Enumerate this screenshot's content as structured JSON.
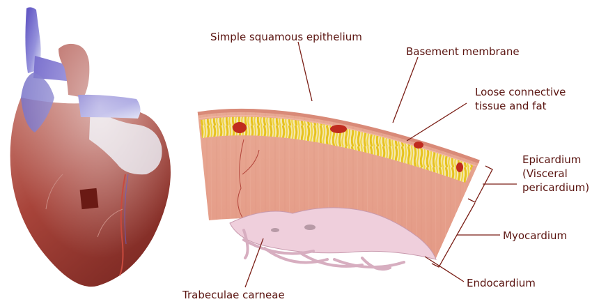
{
  "labels": {
    "simple_squamous": "Simple squamous epithelium",
    "basement_membrane": "Basement membrane",
    "loose_connective": [
      "Loose connective",
      "tissue and fat"
    ],
    "epicardium": [
      "Epicardium",
      "(Visceral",
      "pericardium)"
    ],
    "myocardium": "Myocardium",
    "endocardium": "Endocardium",
    "trabeculae": "Trabeculae carneae"
  },
  "colors": {
    "label_text": "#5a1410",
    "leader_line": "#7a1e16",
    "vein_blue": "#6a5fc8",
    "heart_red": "#9e3b33",
    "myocardium_pink": "#e8a58f",
    "fat_yellow": "#f2d23a",
    "endocardium_pink": "#efcfdc"
  }
}
